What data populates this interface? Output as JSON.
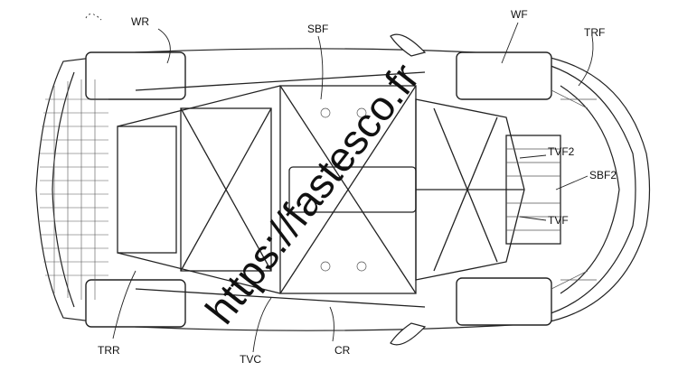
{
  "figure": {
    "callouts": {
      "wr": "WR",
      "sbf": "SBF",
      "wf": "WF",
      "trf": "TRF",
      "tvf2": "TVF2",
      "sbf2": "SBF2",
      "tvf": "TVF",
      "trr": "TRR",
      "tvc": "TVC",
      "cr": "CR"
    },
    "watermark": "https://fastesco.fr"
  }
}
